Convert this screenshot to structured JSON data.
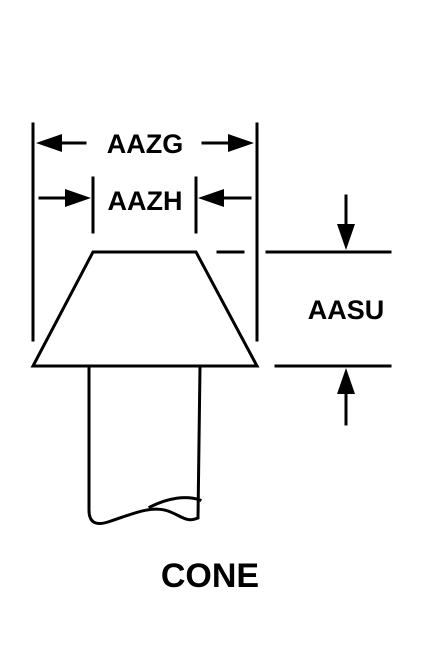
{
  "labels": {
    "outer_width": "AAZG",
    "top_width": "AAZH",
    "height": "AASU",
    "title": "CONE"
  },
  "colors": {
    "line": "#000000",
    "background": "#ffffff"
  }
}
